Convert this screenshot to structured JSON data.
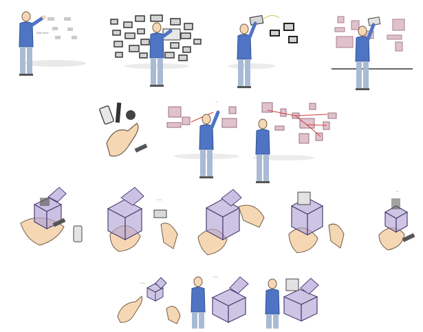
{
  "colors": {
    "shirt": "#4f74c4",
    "shirt_dark": "#2f4f93",
    "pants": "#a9bad4",
    "skin": "#f6d7b4",
    "window_fill": "#d6d6d6",
    "window_dark": "#3c3c3c",
    "pink_panel": "#dfc2cc",
    "link_red": "#d33a3a",
    "cube_fill": "#b3a6d6",
    "cube_edge": "#4a3f72",
    "hint_green": "#5aa05a",
    "shadow": "#e6e6e6"
  },
  "labels": {
    "wall_caption": "Wall View"
  },
  "icons": [
    "person-figure",
    "floating-window",
    "hand",
    "cube",
    "phone",
    "watch",
    "pen"
  ]
}
